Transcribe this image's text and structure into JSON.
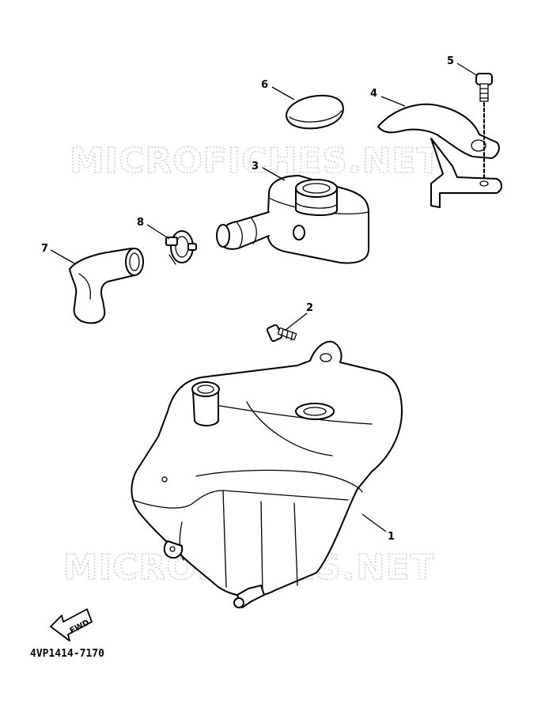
{
  "diagram": {
    "watermark": "MICROFICHES.NET",
    "reference_code": "4VP1414-7170",
    "fwd_label": "FWD",
    "callouts": [
      "1",
      "2",
      "3",
      "4",
      "5",
      "6",
      "7",
      "8"
    ]
  }
}
